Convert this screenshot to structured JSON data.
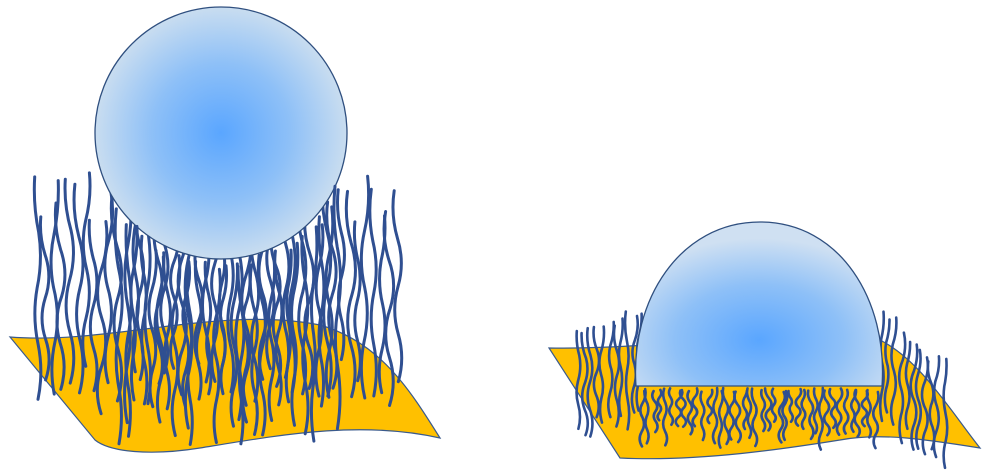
{
  "colors": {
    "substrate_fill": "#ffc000",
    "substrate_edge": "#3a5a8c",
    "fiber": "#2f4f91",
    "droplet_center": "#5aa6ff",
    "droplet_edge": "#c6dcf1",
    "droplet_outline": "#2f4f7f"
  },
  "panels": [
    {
      "droplet_shape": "sphere",
      "fiber_length": "long"
    },
    {
      "droplet_shape": "hemisphere",
      "fiber_length": "short"
    }
  ]
}
